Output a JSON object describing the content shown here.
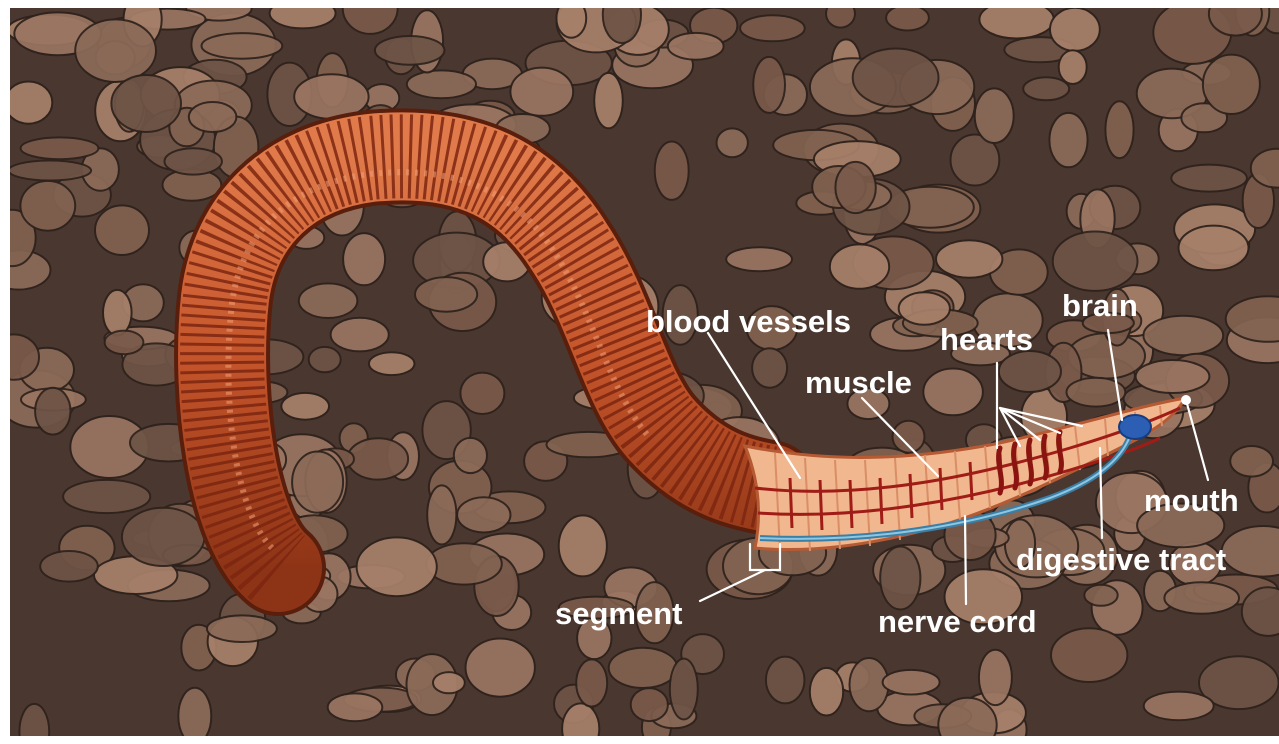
{
  "diagram": {
    "subject": "earthworm anatomy",
    "labels": {
      "blood_vessels": "blood vessels",
      "muscle": "muscle",
      "hearts": "hearts",
      "brain": "brain",
      "mouth": "mouth",
      "digestive_tract": "digestive tract",
      "nerve_cord": "nerve cord",
      "segment": "segment"
    },
    "colors": {
      "soil_base": "#6e5446",
      "soil_crack": "#2e221c",
      "worm_body": "#c4542a",
      "worm_ring": "#8a2c12",
      "cutaway": "#f1b78f",
      "vessel": "#a01c16",
      "nerve": "#3b7fa6",
      "brain": "#2c5fb4",
      "label_text": "#ffffff"
    }
  }
}
